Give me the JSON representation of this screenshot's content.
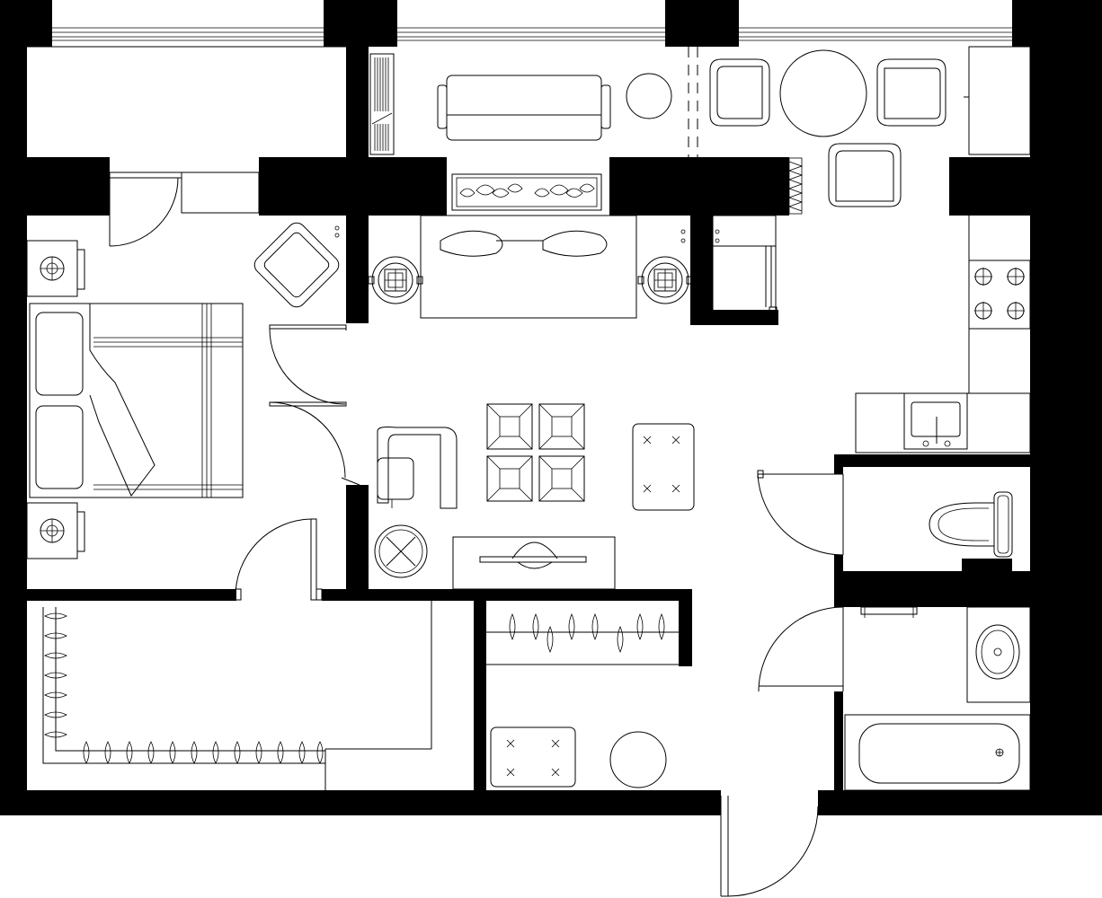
{
  "floor_plan": {
    "colors": {
      "wall": "#000000",
      "background": "#ffffff",
      "line": "#000000"
    },
    "doors": [
      {
        "name": "door-entrance",
        "swing": "outward"
      },
      {
        "name": "door-bedroom",
        "swing": "inward"
      },
      {
        "name": "door-closet",
        "swing": "inward"
      },
      {
        "name": "door-balcony",
        "swing": "outward"
      },
      {
        "name": "door-toilet",
        "swing": "inward"
      },
      {
        "name": "door-bathroom",
        "swing": "inward"
      }
    ],
    "windows": [
      "window-left",
      "window-center",
      "window-right"
    ],
    "furniture": [
      "bed-icon",
      "nightstand-icon",
      "armchair-icon",
      "sofa-icon",
      "floor-lamp-icon",
      "ottoman-icon",
      "coffee-table-icon",
      "desk-icon",
      "office-chair-icon",
      "dining-table-icon",
      "stove-icon",
      "kitchen-sink-icon",
      "toilet-icon",
      "bathroom-sink-icon",
      "bathtub-icon",
      "wardrobe-icon",
      "planter-icon",
      "radiator-icon",
      "towel-rail-icon"
    ]
  }
}
